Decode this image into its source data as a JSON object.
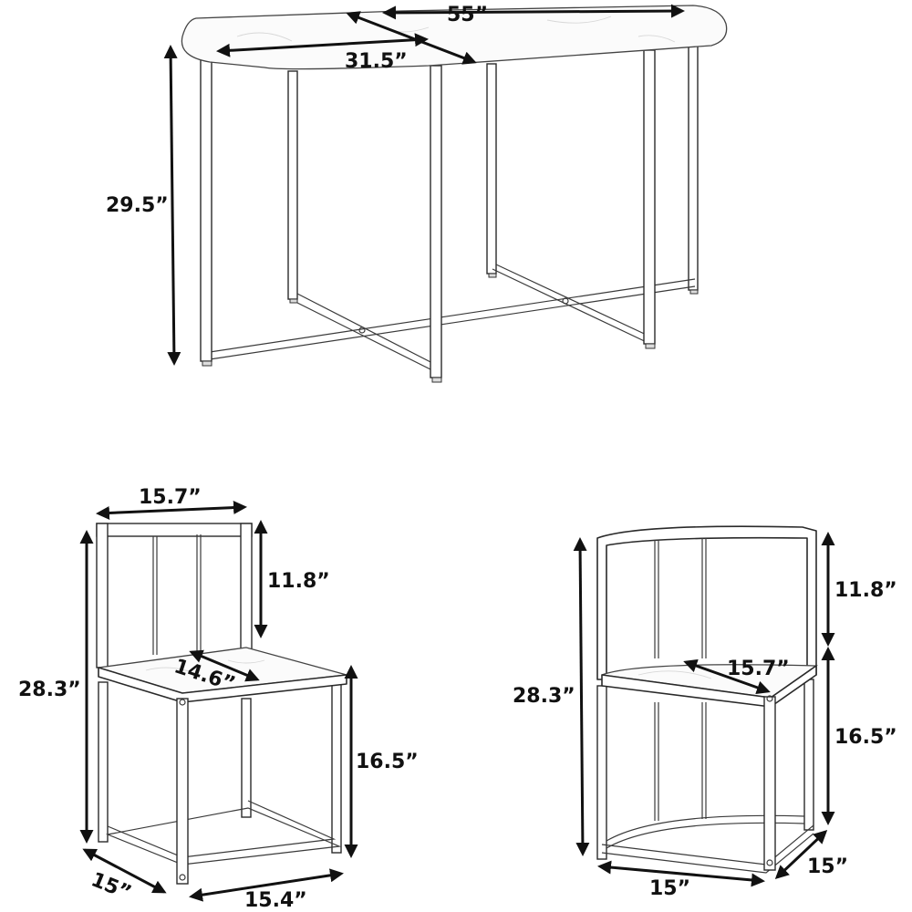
{
  "figure": {
    "title": "Dining table and chairs dimension diagram",
    "colors": {
      "line": "#2a2a2a",
      "dimension": "#111111",
      "background": "#ffffff"
    },
    "unit": "inch"
  },
  "table": {
    "length": "55”",
    "width": "31.5”",
    "height": "29.5”"
  },
  "chair_left": {
    "back_width": "15.7”",
    "back_height": "11.8”",
    "seat_depth": "14.6”",
    "total_height": "28.3”",
    "seat_height": "16.5”",
    "base_depth": "15”",
    "base_width": "15.4”"
  },
  "chair_right": {
    "back_height": "11.8”",
    "seat_width": "15.7”",
    "total_height": "28.3”",
    "seat_height": "16.5”",
    "base_width": "15”",
    "base_depth": "15”"
  }
}
